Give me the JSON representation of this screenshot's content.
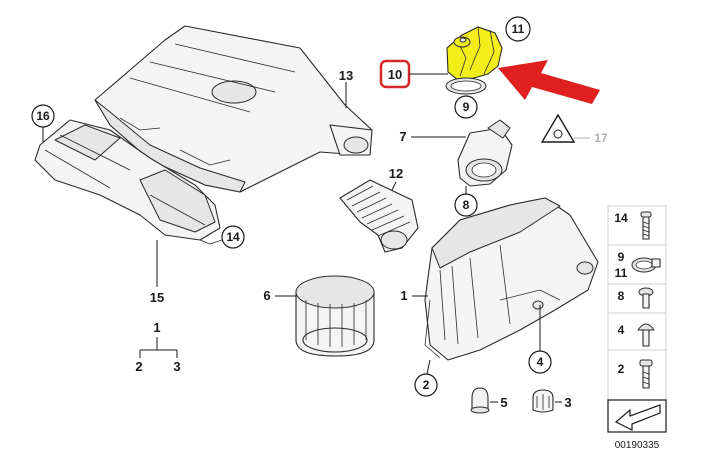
{
  "diagram": {
    "callouts": {
      "c1": "1",
      "c2": "2",
      "c3": "3",
      "c4": "4",
      "c5": "5",
      "c6": "6",
      "c7": "7",
      "c8": "8",
      "c9": "9",
      "c10": "10",
      "c11": "11",
      "c12": "12",
      "c13": "13",
      "c14": "14",
      "c15": "15",
      "c16": "16",
      "c17": "17"
    },
    "tree": {
      "root": "1",
      "left": "2",
      "right": "3"
    },
    "legend": {
      "items": [
        "14",
        "9",
        "11",
        "8",
        "4",
        "2"
      ]
    },
    "drawing_code": "00190335",
    "colors": {
      "highlight_fill": "#f3ee1a",
      "highlight_ring": "#d62828",
      "arrow": "#e02020",
      "ink": "#1a1a1a",
      "muted": "#b0b0b0"
    }
  }
}
